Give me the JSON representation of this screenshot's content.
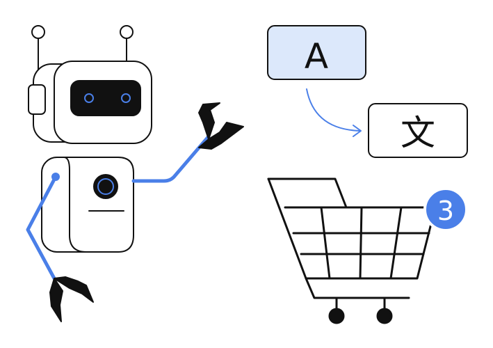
{
  "translation": {
    "source_letter": "A",
    "target_char": "文"
  },
  "cart": {
    "badge_count": "3"
  },
  "colors": {
    "accent": "#4a7fe8",
    "source_box_fill": "#dce8fb",
    "stroke": "#111111",
    "background": "#ffffff"
  },
  "icons": {
    "robot": "robot-icon",
    "translate": "translate-icon",
    "cart": "shopping-cart-icon"
  }
}
